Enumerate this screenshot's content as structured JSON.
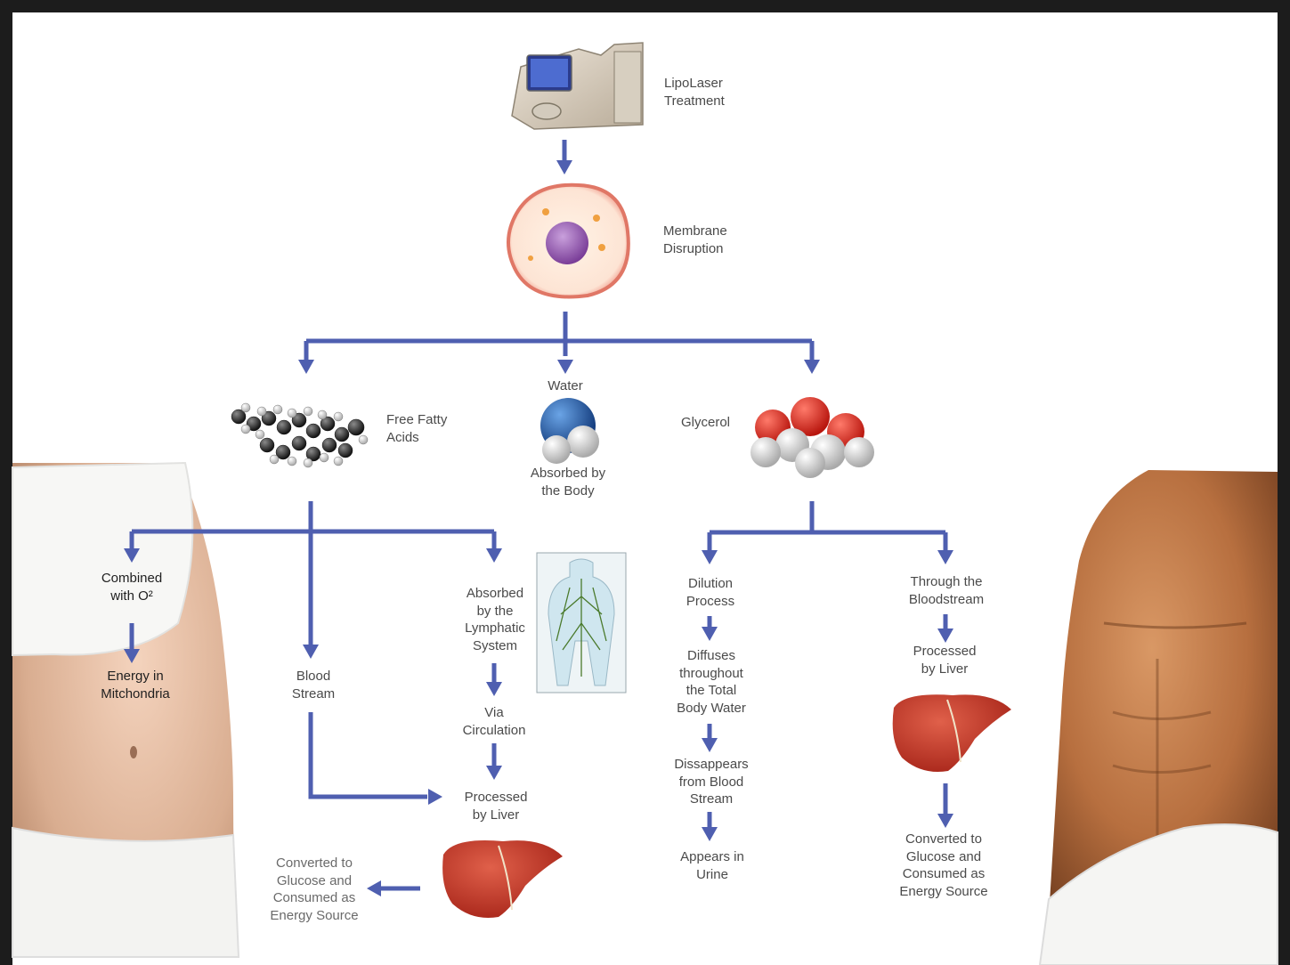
{
  "colors": {
    "arrow": "#4f5fb0",
    "liver": "#c8382a",
    "frame": "#1c1c1c"
  },
  "icons": {
    "device": "liposuction-laser-device",
    "cell": "fat-cell-membrane",
    "fatty_acid": "fatty-acid-molecule",
    "water": "water-molecule",
    "glycerol": "glycerol-molecule",
    "lymph": "lymphatic-system-figure",
    "liver": "liver-organ",
    "woman": "female-torso-photo",
    "man": "male-torso-photo"
  },
  "nodes": {
    "lipolaser": "LipoLaser\nTreatment",
    "membrane": "Membrane\nDisruption",
    "free_fatty_acids": "Free Fatty\nAcids",
    "water": "Water",
    "absorbed_body": "Absorbed by\nthe Body",
    "glycerol": "Glycerol",
    "combined_o2": "Combined\nwith O²",
    "energy_mito": "Energy in\nMitchondria",
    "blood_stream": "Blood\nStream",
    "absorbed_lymph": "Absorbed\nby the\nLymphatic\nSystem",
    "via_circulation": "Via\nCirculation",
    "processed_liver_left": "Processed\nby Liver",
    "converted_left": "Converted to\nGlucose and\nConsumed as\nEnergy Source",
    "dilution": "Dilution\nProcess",
    "diffuses": "Diffuses\nthroughout\nthe Total\nBody Water",
    "dissappears": "Dissappears\nfrom Blood\nStream",
    "appears_urine": "Appears in\nUrine",
    "through_bloodstream": "Through the\nBloodstream",
    "processed_liver_right": "Processed\nby Liver",
    "converted_right": "Converted to\nGlucose and\nConsumed as\nEnergy Source"
  }
}
